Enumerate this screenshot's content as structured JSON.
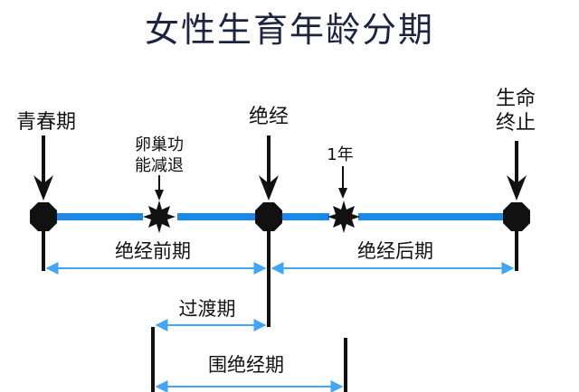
{
  "title": "女性生育年龄分期",
  "events": {
    "puberty": "青春期",
    "ovarian_decline_line1": "卵巢功",
    "ovarian_decline_line2": "能减退",
    "menopause": "绝经",
    "one_year": "1年",
    "end_of_life_line1": "生命",
    "end_of_life_line2": "终止"
  },
  "phases": {
    "premenopause": "绝经前期",
    "postmenopause": "绝经后期",
    "transition": "过渡期",
    "perimenopause": "围绝经期"
  },
  "colors": {
    "timeline": "#1e88e5",
    "span_arrow": "#42a5f5",
    "marker": "#111111",
    "title": "#1c2440"
  }
}
